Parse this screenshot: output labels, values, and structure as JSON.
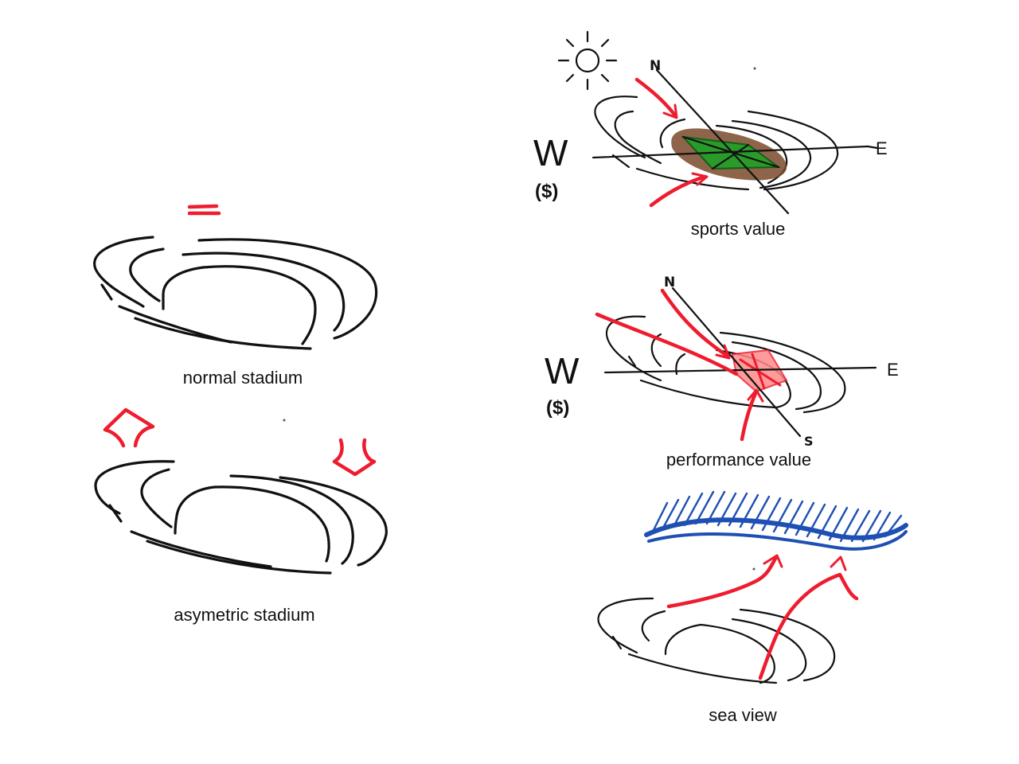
{
  "captions": {
    "normal": "normal stadium",
    "asymetric": "asymetric stadium",
    "sports": "sports value",
    "performance": "performance value",
    "sea": "sea view"
  },
  "compass": {
    "north": "N",
    "east": "E",
    "west": "W",
    "south": "S",
    "west_note": "($)"
  },
  "symbols": {
    "equal": "="
  },
  "colors": {
    "ink": "#111111",
    "accent_red": "#ee1c2e",
    "field_green": "#2a9b2a",
    "track_brown": "#7a4a2a",
    "sea_blue": "#1e4fb4"
  }
}
